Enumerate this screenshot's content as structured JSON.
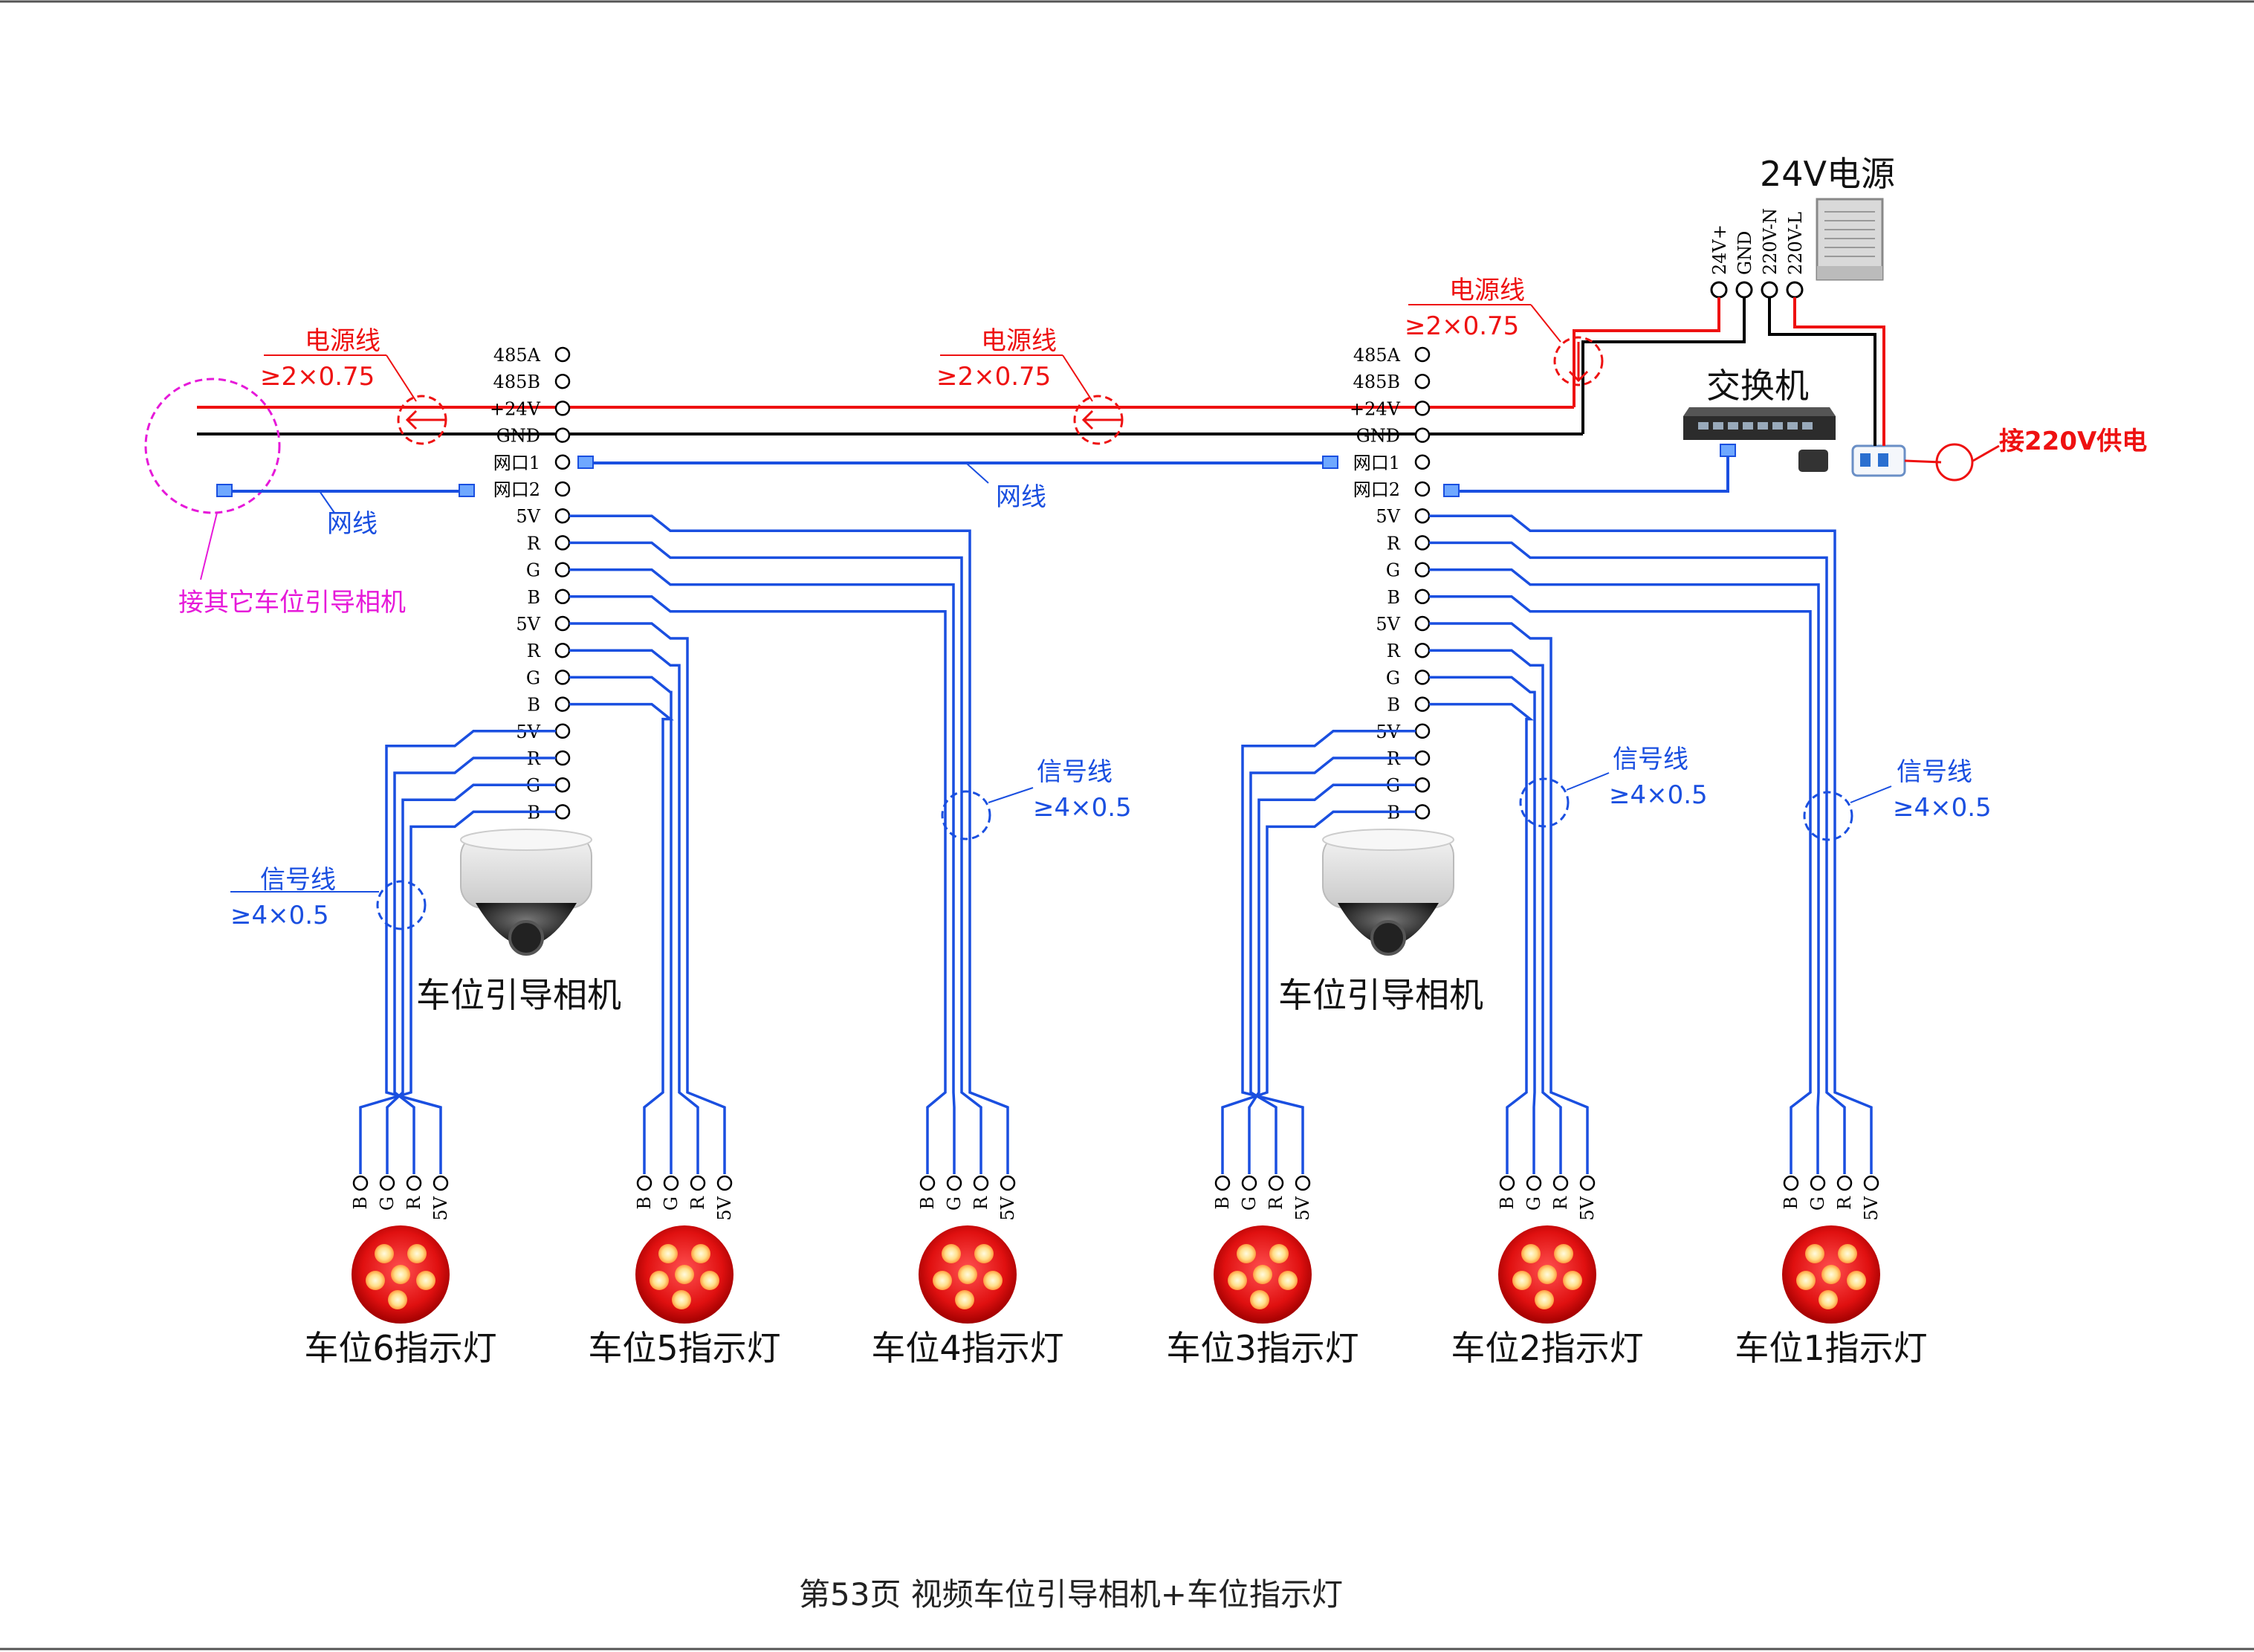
{
  "power_supply": {
    "title": "24V电源",
    "terminals": [
      "24V+",
      "GND",
      "220V-N",
      "220V-L"
    ]
  },
  "switch": {
    "title": "交换机"
  },
  "mains_note": "接220V供电",
  "other_camera_note": "接其它车位引导相机",
  "cable_notes": {
    "power_line": "电源线",
    "power_spec": "≥2×0.75",
    "network_line": "网线",
    "signal_line": "信号线",
    "signal_spec": "≥4×0.5"
  },
  "camera_ports": [
    "485A",
    "485B",
    "+24V",
    "GND",
    "网口1",
    "网口2",
    "5V",
    "R",
    "G",
    "B",
    "5V",
    "R",
    "G",
    "B",
    "5V",
    "R",
    "G",
    "B"
  ],
  "camera_label": "车位引导相机",
  "indicator_pins": [
    "B",
    "G",
    "R",
    "5V"
  ],
  "indicators": [
    {
      "label": "车位6指示灯"
    },
    {
      "label": "车位5指示灯"
    },
    {
      "label": "车位4指示灯"
    },
    {
      "label": "车位3指示灯"
    },
    {
      "label": "车位2指示灯"
    },
    {
      "label": "车位1指示灯"
    }
  ],
  "footer": "第53页  视频车位引导相机+车位指示灯",
  "colors": {
    "power": "#ee1111",
    "signal": "#1a4fe0",
    "note": "#e619d9",
    "ground": "#000000"
  }
}
